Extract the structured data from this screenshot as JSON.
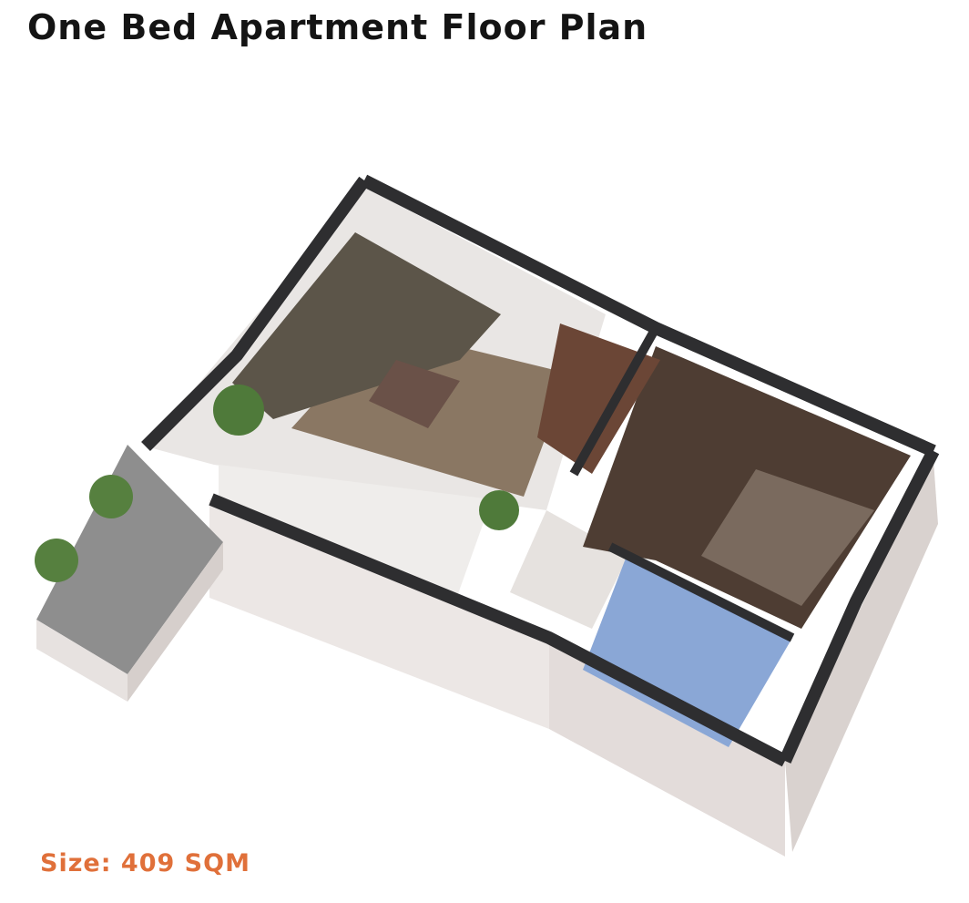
{
  "header": {
    "title": "One Bed Apartment Floor Plan"
  },
  "footer": {
    "size_label": "Size: 409 SQM"
  },
  "colors": {
    "title": "#141414",
    "size_accent": "#e0703a",
    "wall_top": "#2e2e30",
    "wall_side": "#e8e3e1",
    "terrazzo_floor": "#e9e6e4",
    "parquet_floor": "#4e3d33",
    "tile_floor": "#8aa7d6",
    "sofa": "#5c5549",
    "wood": "#6b4636",
    "balcony_floor": "#8c8c8c"
  },
  "icons": {
    "plan_image": "isometric-floor-plan-render"
  }
}
